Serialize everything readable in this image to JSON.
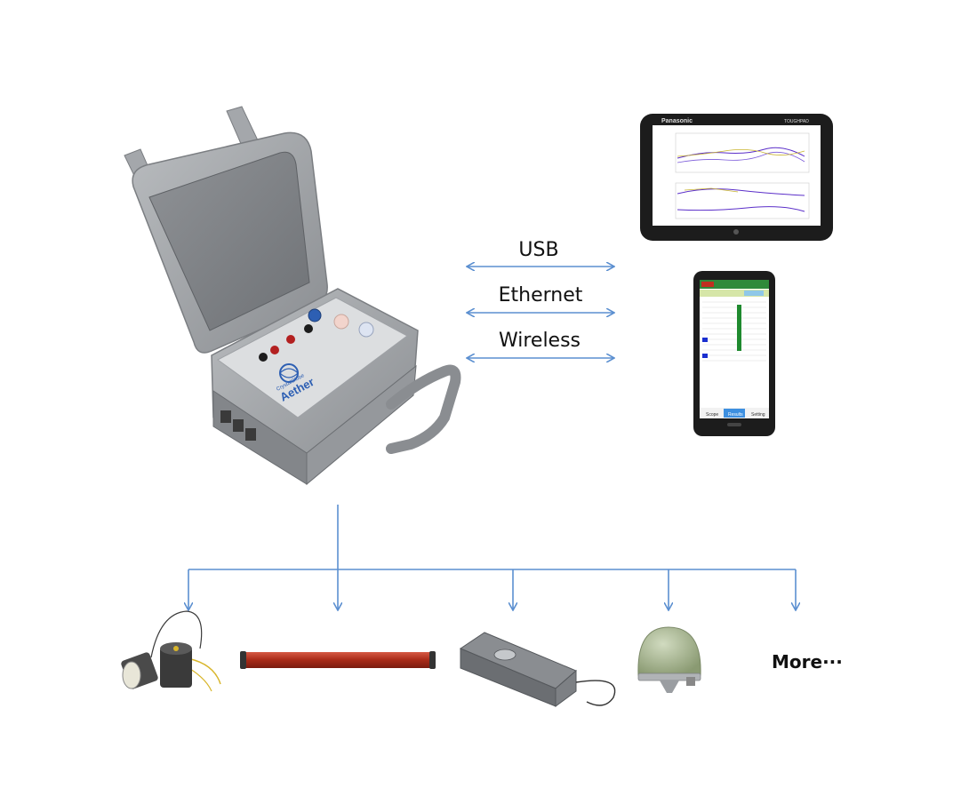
{
  "connections": {
    "usb": "USB",
    "ethernet": "Ethernet",
    "wireless": "Wireless"
  },
  "device": {
    "brand": "CrystalGlobe",
    "model": "Aether"
  },
  "tablet": {
    "brand": "Panasonic",
    "badge": "TOUGHPAD"
  },
  "phone": {
    "tabs": [
      "Scope",
      "Results",
      "Setting"
    ]
  },
  "sensors": {
    "more_label": "More···"
  },
  "colors": {
    "connector": "#5b8fd0",
    "case": "#9c9fa3",
    "panel": "#d6d8da",
    "rod": "#b8321f",
    "dome": "#a5b48d"
  }
}
